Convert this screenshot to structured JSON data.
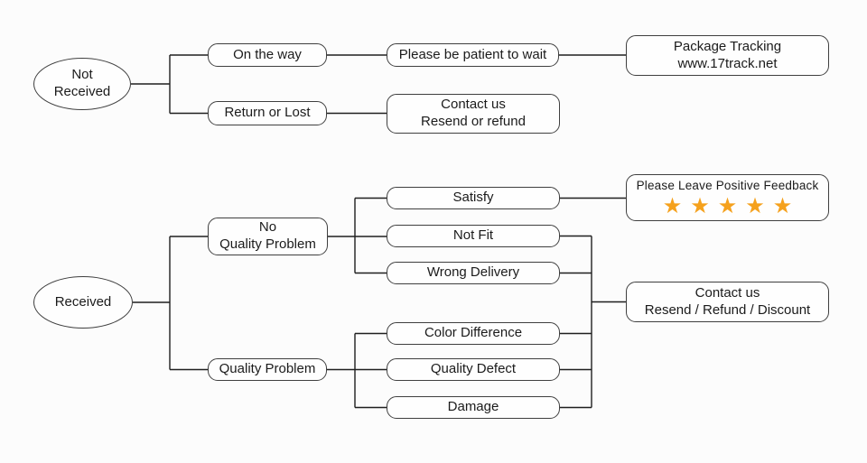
{
  "diagram": {
    "title": "Order received / not received customer service flowchart",
    "colors": {
      "line": "#1f1f1f",
      "box_border": "#3f3f3f",
      "box_bg": "#fefefe",
      "text": "#1b1b1b",
      "star": "#F5A11D",
      "background": "#fcfcfc"
    },
    "nodes": {
      "not_received": {
        "line1": "Not",
        "line2": "Received"
      },
      "on_the_way": {
        "label": "On the way"
      },
      "please_wait": {
        "label": "Please be patient to wait"
      },
      "package_tracking": {
        "line1": "Package Tracking",
        "line2": "www.17track.net"
      },
      "return_or_lost": {
        "label": "Return or Lost"
      },
      "contact_resend_refund": {
        "line1": "Contact us",
        "line2": "Resend or refund"
      },
      "received": {
        "label": "Received"
      },
      "no_quality_problem": {
        "line1": "No",
        "line2": "Quality Problem"
      },
      "satisfy": {
        "label": "Satisfy"
      },
      "not_fit": {
        "label": "Not Fit"
      },
      "wrong_delivery": {
        "label": "Wrong Delivery"
      },
      "positive_feedback": {
        "label": "Please Leave Positive Feedback",
        "stars": "★★★★★",
        "star_count": 5
      },
      "contact_resend_refund_discount": {
        "line1": "Contact us",
        "line2": "Resend / Refund / Discount"
      },
      "quality_problem": {
        "label": "Quality Problem"
      },
      "color_difference": {
        "label": "Color Difference"
      },
      "quality_defect": {
        "label": "Quality Defect"
      },
      "damage": {
        "label": "Damage"
      }
    },
    "edges": [
      "not_received -> on_the_way",
      "not_received -> return_or_lost",
      "on_the_way -> please_wait",
      "please_wait -> package_tracking",
      "return_or_lost -> contact_resend_refund",
      "received -> no_quality_problem",
      "received -> quality_problem",
      "no_quality_problem -> satisfy",
      "no_quality_problem -> not_fit",
      "no_quality_problem -> wrong_delivery",
      "satisfy -> positive_feedback",
      "not_fit -> contact_resend_refund_discount",
      "wrong_delivery -> contact_resend_refund_discount",
      "quality_problem -> color_difference",
      "quality_problem -> quality_defect",
      "quality_problem -> damage",
      "color_difference -> contact_resend_refund_discount",
      "quality_defect -> contact_resend_refund_discount",
      "damage -> contact_resend_refund_discount"
    ]
  }
}
